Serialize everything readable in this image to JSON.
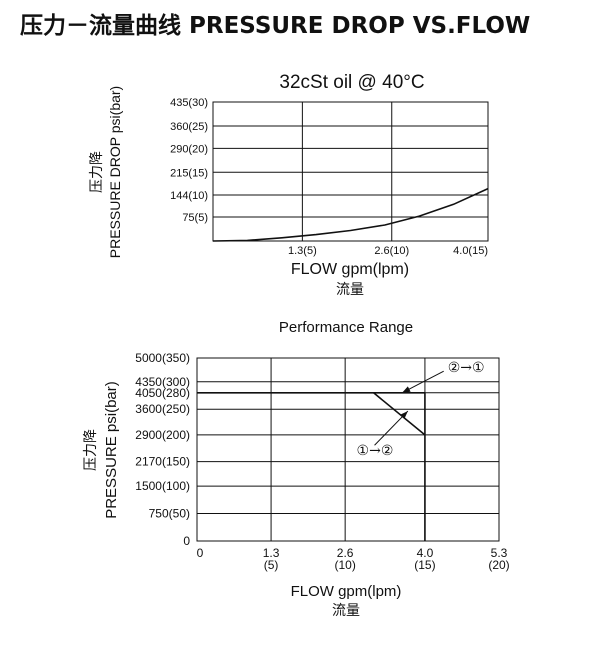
{
  "page": {
    "title": "压力－流量曲线 PRESSURE DROP VS.FLOW"
  },
  "chart_data": [
    {
      "type": "line",
      "title": "32cSt oil @ 40°C",
      "xlabel": "FLOW gpm(lpm)",
      "xlabel_cn": "流量",
      "ylabel": "PRESSURE DROP psi(bar)",
      "ylabel_cn": "压力降",
      "xlim": [
        0,
        4.0
      ],
      "ylim": [
        0,
        435
      ],
      "x_ticks": [
        {
          "value": 1.3,
          "label": "1.3(5)"
        },
        {
          "value": 2.6,
          "label": "2.6(10)"
        },
        {
          "value": 4.0,
          "label": "4.0(15)"
        }
      ],
      "y_ticks": [
        {
          "value": 75,
          "label": "75(5)"
        },
        {
          "value": 144,
          "label": "144(10)"
        },
        {
          "value": 215,
          "label": "215(15)"
        },
        {
          "value": 290,
          "label": "290(20)"
        },
        {
          "value": 360,
          "label": "360(25)"
        },
        {
          "value": 435,
          "label": "435(30)"
        }
      ],
      "grid": true,
      "series": [
        {
          "x": [
            0,
            0.5,
            1.0,
            1.5,
            2.0,
            2.5,
            3.0,
            3.5,
            4.0
          ],
          "y": [
            0,
            2,
            10,
            20,
            33,
            50,
            78,
            115,
            164
          ]
        }
      ]
    },
    {
      "type": "line",
      "title": "Performance Range",
      "xlabel": "FLOW gpm(lpm)",
      "xlabel_cn": "流量",
      "ylabel": "PRESSURE psi(bar)",
      "ylabel_cn": "压力降",
      "xlim": [
        0,
        5.3
      ],
      "ylim": [
        0,
        5000
      ],
      "x_ticks": [
        {
          "value": 0,
          "label": "0",
          "sub": ""
        },
        {
          "value": 1.3,
          "label": "1.3",
          "sub": "(5)"
        },
        {
          "value": 2.6,
          "label": "2.6",
          "sub": "(10)"
        },
        {
          "value": 4.0,
          "label": "4.0",
          "sub": "(15)"
        },
        {
          "value": 5.3,
          "label": "5.3",
          "sub": "(20)"
        }
      ],
      "y_ticks": [
        {
          "value": 0,
          "label": "0"
        },
        {
          "value": 750,
          "label": "750(50)"
        },
        {
          "value": 1500,
          "label": "1500(100)"
        },
        {
          "value": 2170,
          "label": "2170(150)"
        },
        {
          "value": 2900,
          "label": "2900(200)"
        },
        {
          "value": 3600,
          "label": "3600(250)"
        },
        {
          "value": 4050,
          "label": "4050(280)"
        },
        {
          "value": 4350,
          "label": "4350(300)"
        },
        {
          "value": 5000,
          "label": "5000(350)"
        }
      ],
      "grid": true,
      "series": [
        {
          "x": [
            0,
            3.1,
            4.0
          ],
          "y": [
            4050,
            4050,
            4050
          ]
        },
        {
          "x": [
            3.1,
            4.0
          ],
          "y": [
            4050,
            2900
          ]
        }
      ],
      "boundary": {
        "x": 4.0,
        "y_range": [
          0,
          4050
        ]
      },
      "annotations": [
        {
          "text": "②→①",
          "point": [
            3.6,
            4050
          ],
          "label_at": [
            4.4,
            4750
          ]
        },
        {
          "text": "①→②",
          "point": [
            3.7,
            3550
          ],
          "label_at": [
            2.8,
            2480
          ]
        }
      ]
    }
  ]
}
